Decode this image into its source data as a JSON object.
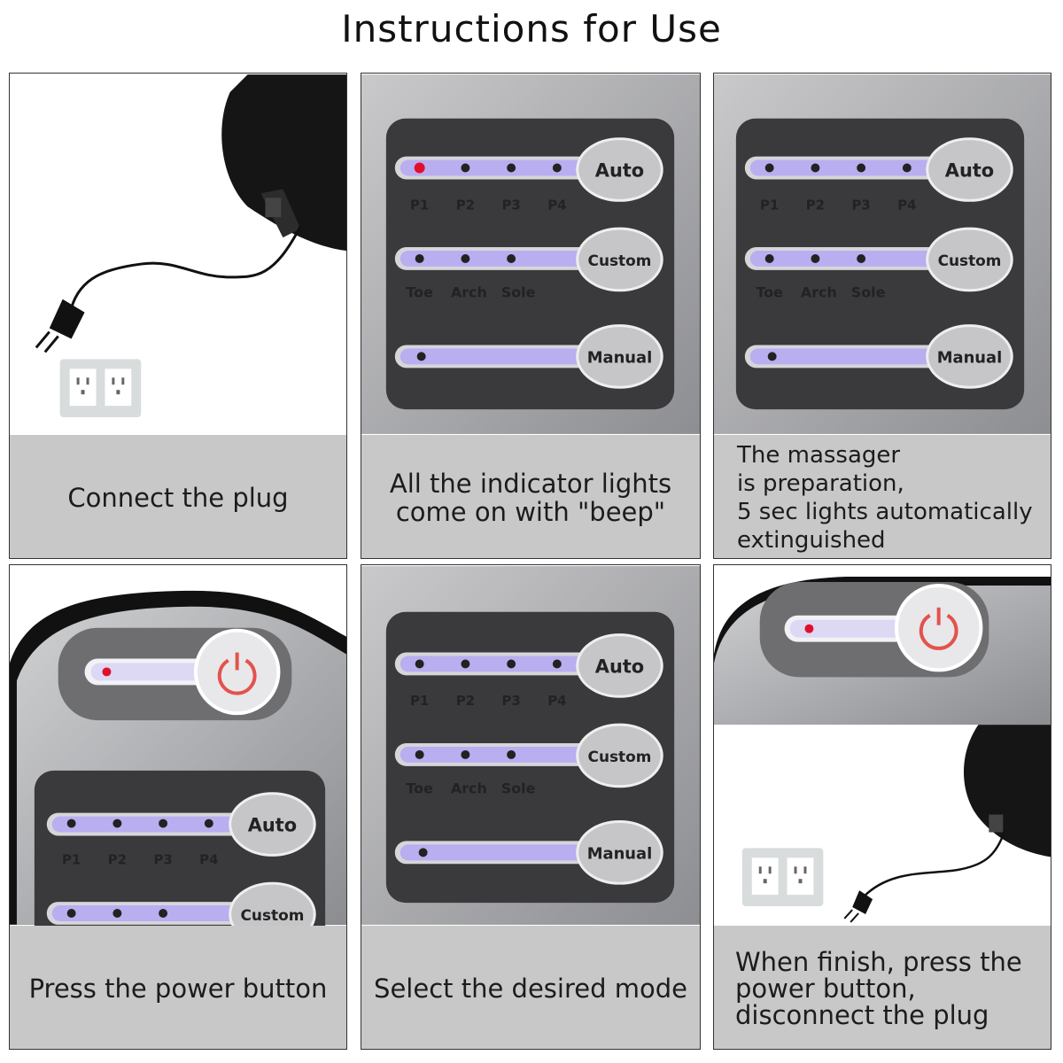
{
  "title": "Instructions for Use",
  "steps": [
    {
      "caption": "Connect the plug"
    },
    {
      "caption": "All the indicator lights\ncome on with \"beep\""
    },
    {
      "caption": "The massager\nis preparation,\n5 sec lights automatically\nextinguished"
    },
    {
      "caption": "Press the power button"
    },
    {
      "caption": "Select the desired mode"
    },
    {
      "caption": "When finish, press the\npower button,\ndisconnect the plug"
    }
  ],
  "panel": {
    "auto": "Auto",
    "custom": "Custom",
    "manual": "Manual",
    "auto_labels": [
      "P1",
      "P2",
      "P3",
      "P4"
    ],
    "custom_labels": [
      "Toe",
      "Arch",
      "Sole"
    ]
  },
  "colors": {
    "caption_bg": "#c8c8c8",
    "panel_bg": "#3a3a3c",
    "slot": "#b9aef0",
    "led_on": "#e0102a",
    "power_ring": "#e4524d"
  }
}
